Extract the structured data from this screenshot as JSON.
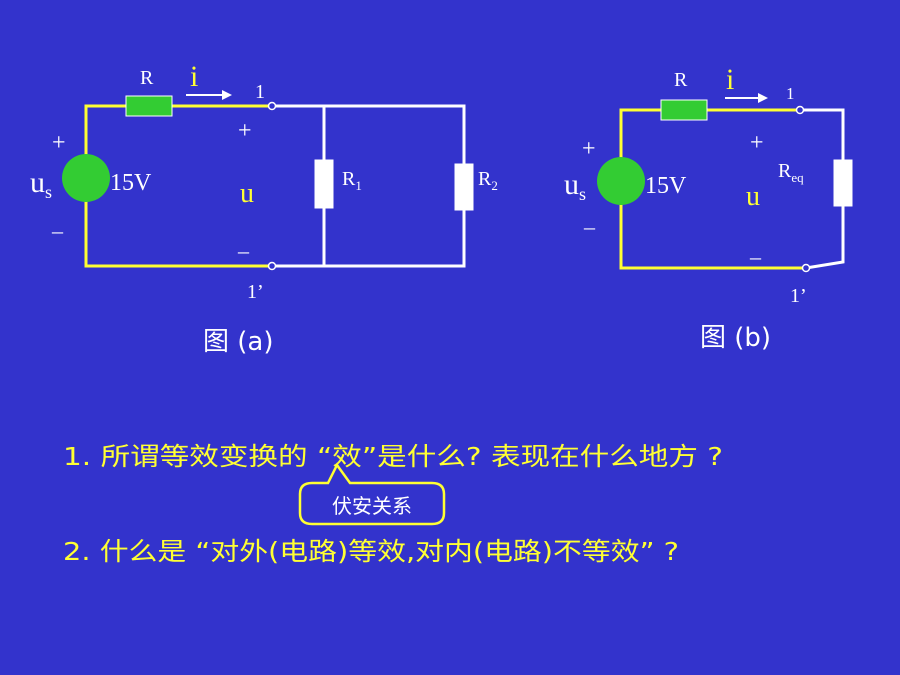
{
  "colors": {
    "background": "#3333cc",
    "wire_source_side": "#ffff33",
    "wire_load_side": "#ffffff",
    "resistor_series": "#33cc33",
    "source_fill": "#33cc33",
    "text_light": "#ffffff",
    "text_yellow": "#ffff33"
  },
  "circuit_a": {
    "resistor_label": "R",
    "current_label": "i",
    "terminal_top": "1",
    "terminal_bottom": "1’",
    "plus": "+",
    "minus": "–",
    "voltage_label": "u",
    "source_label_main": "u",
    "source_label_sub": "s",
    "source_value": "15V",
    "r1_main": "R",
    "r1_sub": "1",
    "r2_main": "R",
    "r2_sub": "2",
    "caption": "图 (a)"
  },
  "circuit_b": {
    "resistor_label": "R",
    "current_label": "i",
    "terminal_top": "1",
    "terminal_bottom": "1’",
    "plus": "+",
    "minus": "–",
    "voltage_label": "u",
    "source_label_main": "u",
    "source_label_sub": "s",
    "source_value": "15V",
    "req_main": "R",
    "req_sub": "eq",
    "caption": "图 (b)"
  },
  "questions": {
    "q1": "1. 所谓等效变换的 “效”是什么?  表现在什么地方 ?",
    "callout": "伏安关系",
    "q2": "2. 什么是 “对外(电路)等效,对内(电路)不等效” ?"
  }
}
